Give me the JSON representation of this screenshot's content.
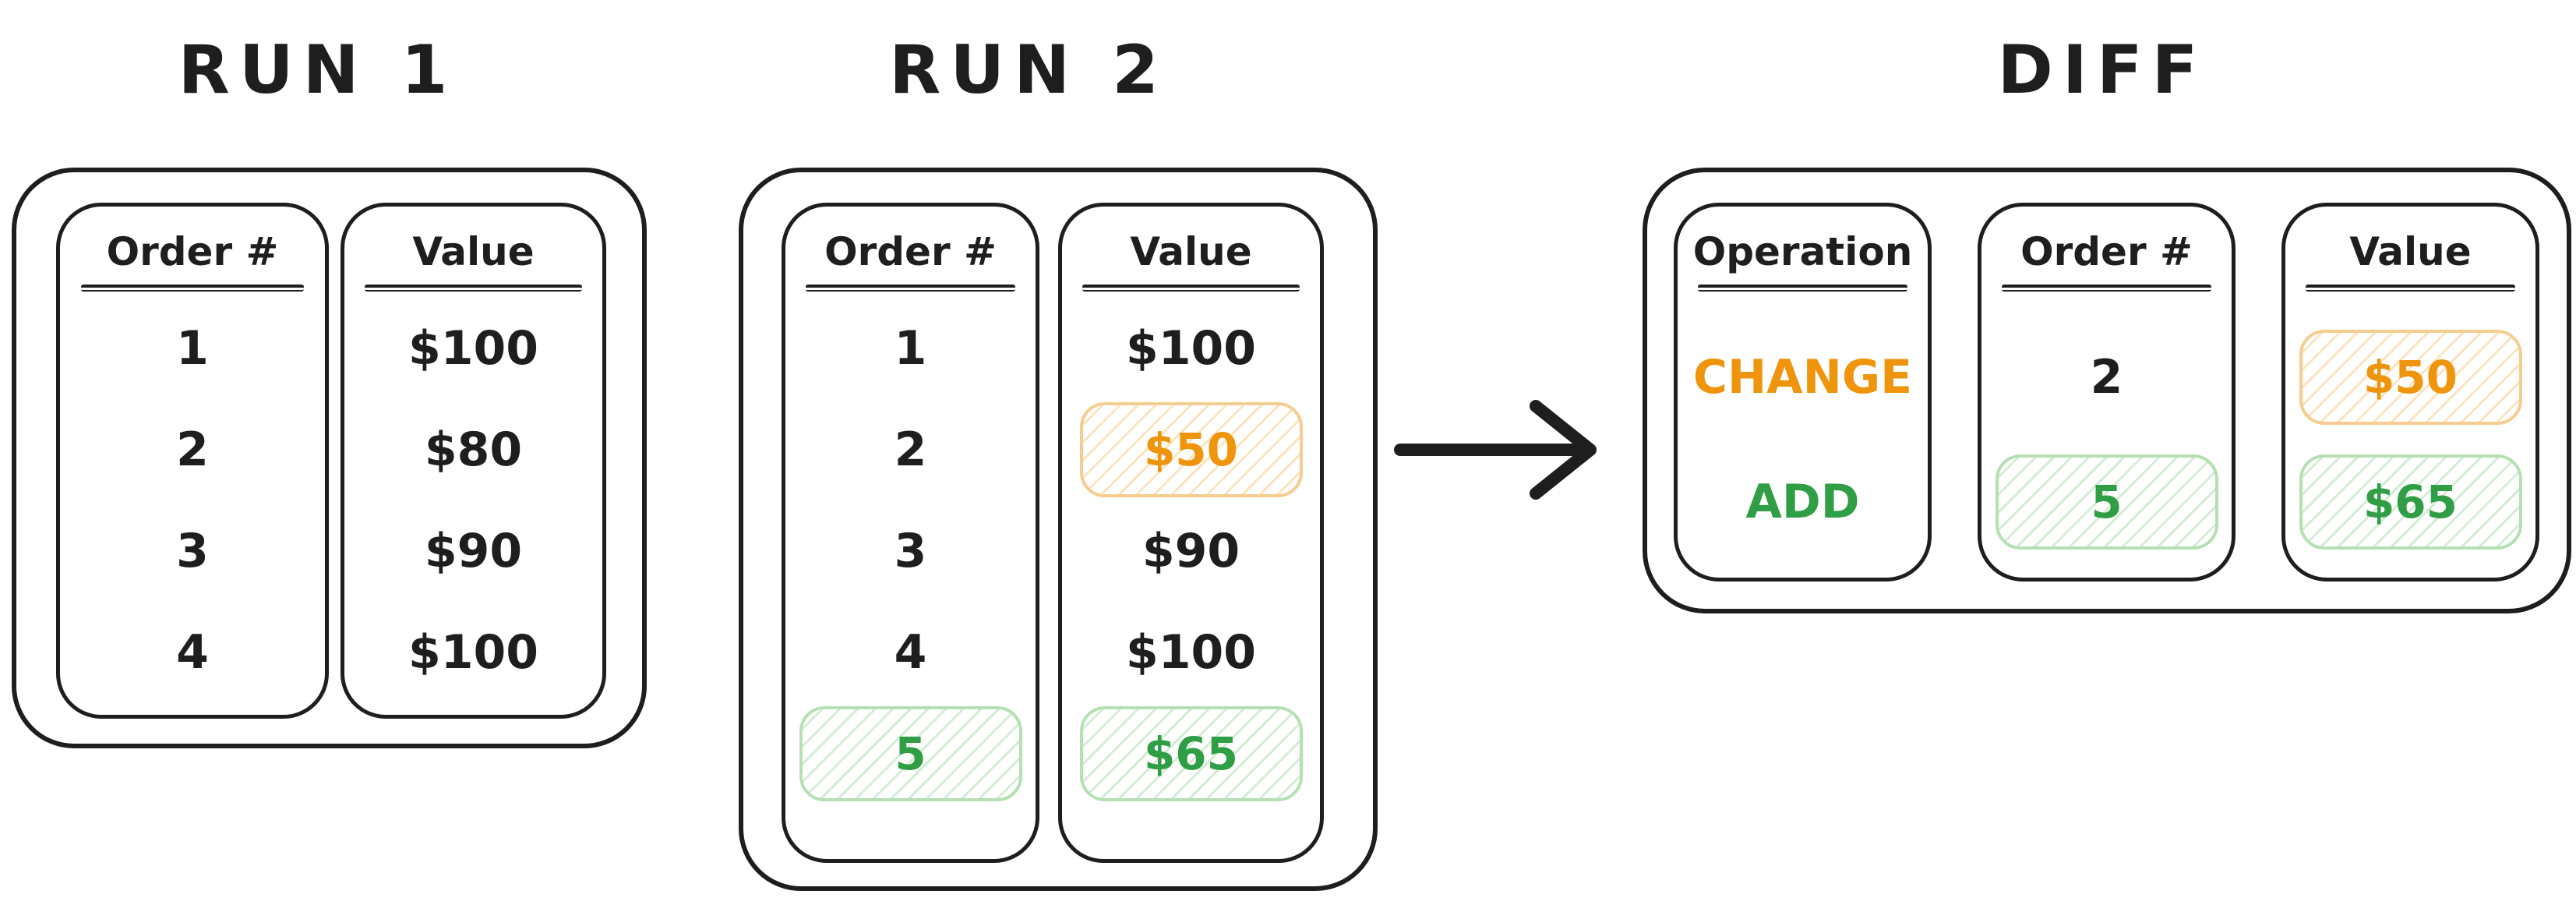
{
  "run1": {
    "title": "RUN 1",
    "col1_header": "Order #",
    "col2_header": "Value",
    "col1_rows": [
      "1",
      "2",
      "3",
      "4"
    ],
    "col2_rows": [
      "$100",
      "$80",
      "$90",
      "$100"
    ]
  },
  "run2": {
    "title": "RUN 2",
    "col1_header": "Order #",
    "col2_header": "Value",
    "col1_rows": [
      "1",
      "2",
      "3",
      "4",
      "5"
    ],
    "col2_rows": [
      "$100",
      "$50",
      "$90",
      "$100",
      "$65"
    ],
    "highlights": {
      "order_5": "green",
      "value_50": "orange",
      "value_65": "green"
    }
  },
  "diff": {
    "title": "DIFF",
    "col1_header": "Operation",
    "col2_header": "Order #",
    "col3_header": "Value",
    "operation_rows": [
      "CHANGE",
      "ADD"
    ],
    "order_rows": [
      "2",
      "5"
    ],
    "value_rows": [
      "$50",
      "$65"
    ],
    "row_colors": [
      "orange",
      "green"
    ]
  },
  "colors": {
    "stroke": "#1e1e1e",
    "orange_text": "#ef940d",
    "orange_box_border": "#f5cd90",
    "green_text": "#2f9e44",
    "green_box_border": "#b5e0b2",
    "background": "#ffffff"
  }
}
